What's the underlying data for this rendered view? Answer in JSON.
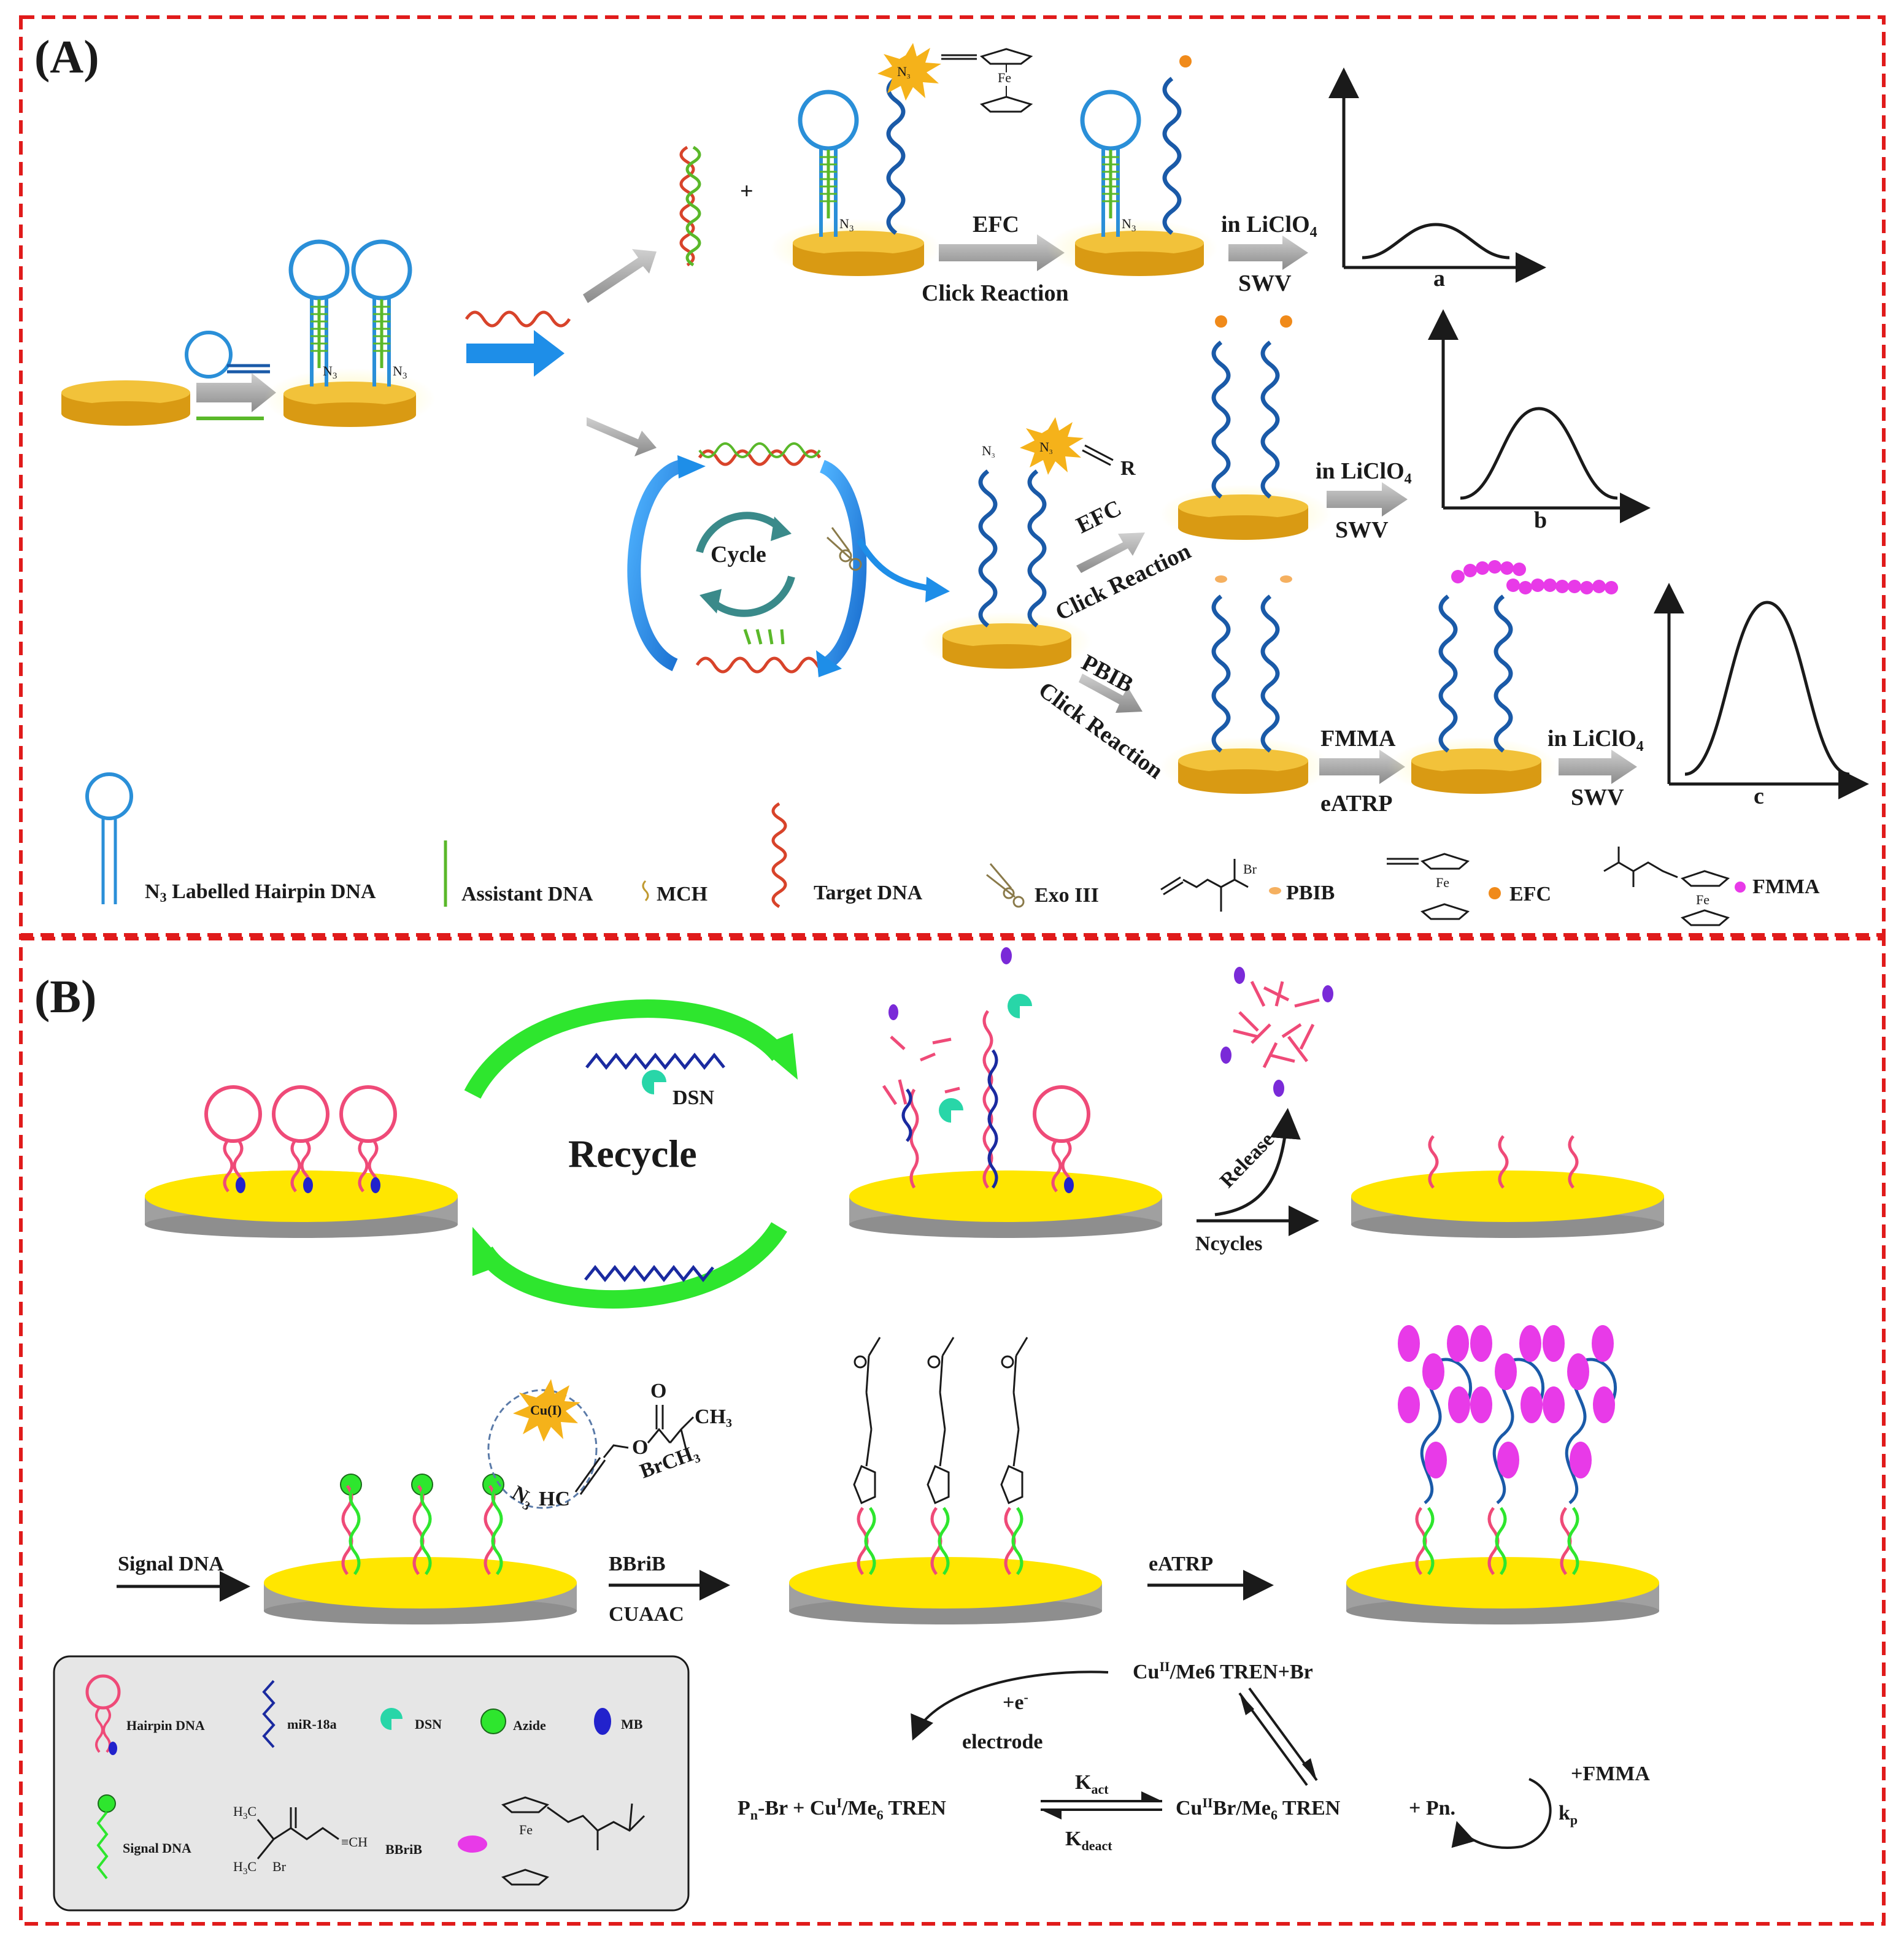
{
  "colors": {
    "frame": "#e01b1b",
    "gold_top": "#f2c23a",
    "gold_side": "#d99a13",
    "glow": "#fff3a8",
    "yellow_top": "#ffe600",
    "grey_side": "#a0a0a0",
    "blue_dna": "#1a5aa8",
    "hairpin_loop": "#2a8fd8",
    "green_dna": "#5ab82a",
    "target_red": "#d8432a",
    "pink_dna": "#ef4a78",
    "navy_dna": "#1a2aa0",
    "bright_green": "#2ee62e",
    "mb_blue": "#2222cc",
    "mb_purple": "#7a2ad8",
    "dsn_cyan": "#28d6a8",
    "fmma_magenta": "#e83ae8",
    "efc_orange": "#f08a1a",
    "grey_arrow": "#a8a8a8",
    "blue_arrow": "#1e8ee8",
    "legend_box": "#e6e6e6"
  },
  "panel_a": {
    "letter": "(A)",
    "reactions": {
      "efc": "EFC",
      "click_reaction": "Click Reaction",
      "in_liclo4": "in LiClO",
      "sub4": "4",
      "swv": "SWV",
      "pbib": "PBIB",
      "fmma": "FMMA",
      "eatrp": "eATRP",
      "plus": "+",
      "cycle": "Cycle",
      "r_group": "R",
      "fe": "Fe",
      "n3": "N",
      "sub3": "3"
    },
    "plots": [
      {
        "label": "a"
      },
      {
        "label": "b"
      },
      {
        "label": "c"
      }
    ],
    "legend": {
      "hairpin": "N",
      "hairpin_sub": "3",
      "hairpin_rest": " Labelled Hairpin DNA",
      "assistant": "Assistant DNA",
      "mch": "MCH",
      "target": "Target DNA",
      "exo": "Exo III",
      "pbib": "PBIB",
      "efc": "EFC",
      "fmma": "FMMA",
      "br": "Br",
      "fe": "Fe"
    }
  },
  "panel_b": {
    "letter": "(B)",
    "recycle": "Recycle",
    "dsn": "DSN",
    "release": "Release",
    "ncycles": "Ncycles",
    "signal_dna": "Signal DNA",
    "bbrib": "BBriB",
    "cuaac": "CUAAC",
    "eatrp": "eATRP",
    "cu1": "Cu(I)",
    "n3_hc": "N",
    "n3_hc_sub": "3",
    "hc": "HC",
    "ch3": "CH",
    "ch3_sub": "3",
    "br_ch3": "BrCH",
    "o": "O",
    "legend": {
      "hairpin": "Hairpin DNA",
      "mir": "miR-18a",
      "dsn": "DSN",
      "azide": "Azide",
      "mb": "MB",
      "signal": "Signal DNA",
      "bbrib": "BBriB",
      "h3c": "H",
      "h3c_sub": "3",
      "h3c_c": "C",
      "br": "Br",
      "ch": "≡CH",
      "fe": "Fe"
    },
    "mechanism": {
      "cu2_top": "Cu",
      "cu2_top_sup": "II",
      "cu2_top_rest": "/Me6 TREN+Br",
      "e_minus": "+e",
      "e_minus_sup": "-",
      "electrode": "electrode",
      "pn_br": "P",
      "pn_br_sub": "n",
      "pn_br_rest": "-Br  +  Cu",
      "cu1_sup": "I",
      "cu1_rest": "/Me",
      "me_sub": "6",
      "tren": " TREN",
      "kact": "K",
      "kact_sub": "act",
      "kdeact": "K",
      "kdeact_sub": "deact",
      "cu2br": "Cu",
      "cu2br_sup": "II",
      "cu2br_rest": "Br/Me",
      "plus_pn": "+  Pn.",
      "fmma": "+FMMA",
      "kp": "k",
      "kp_sub": "p"
    }
  }
}
